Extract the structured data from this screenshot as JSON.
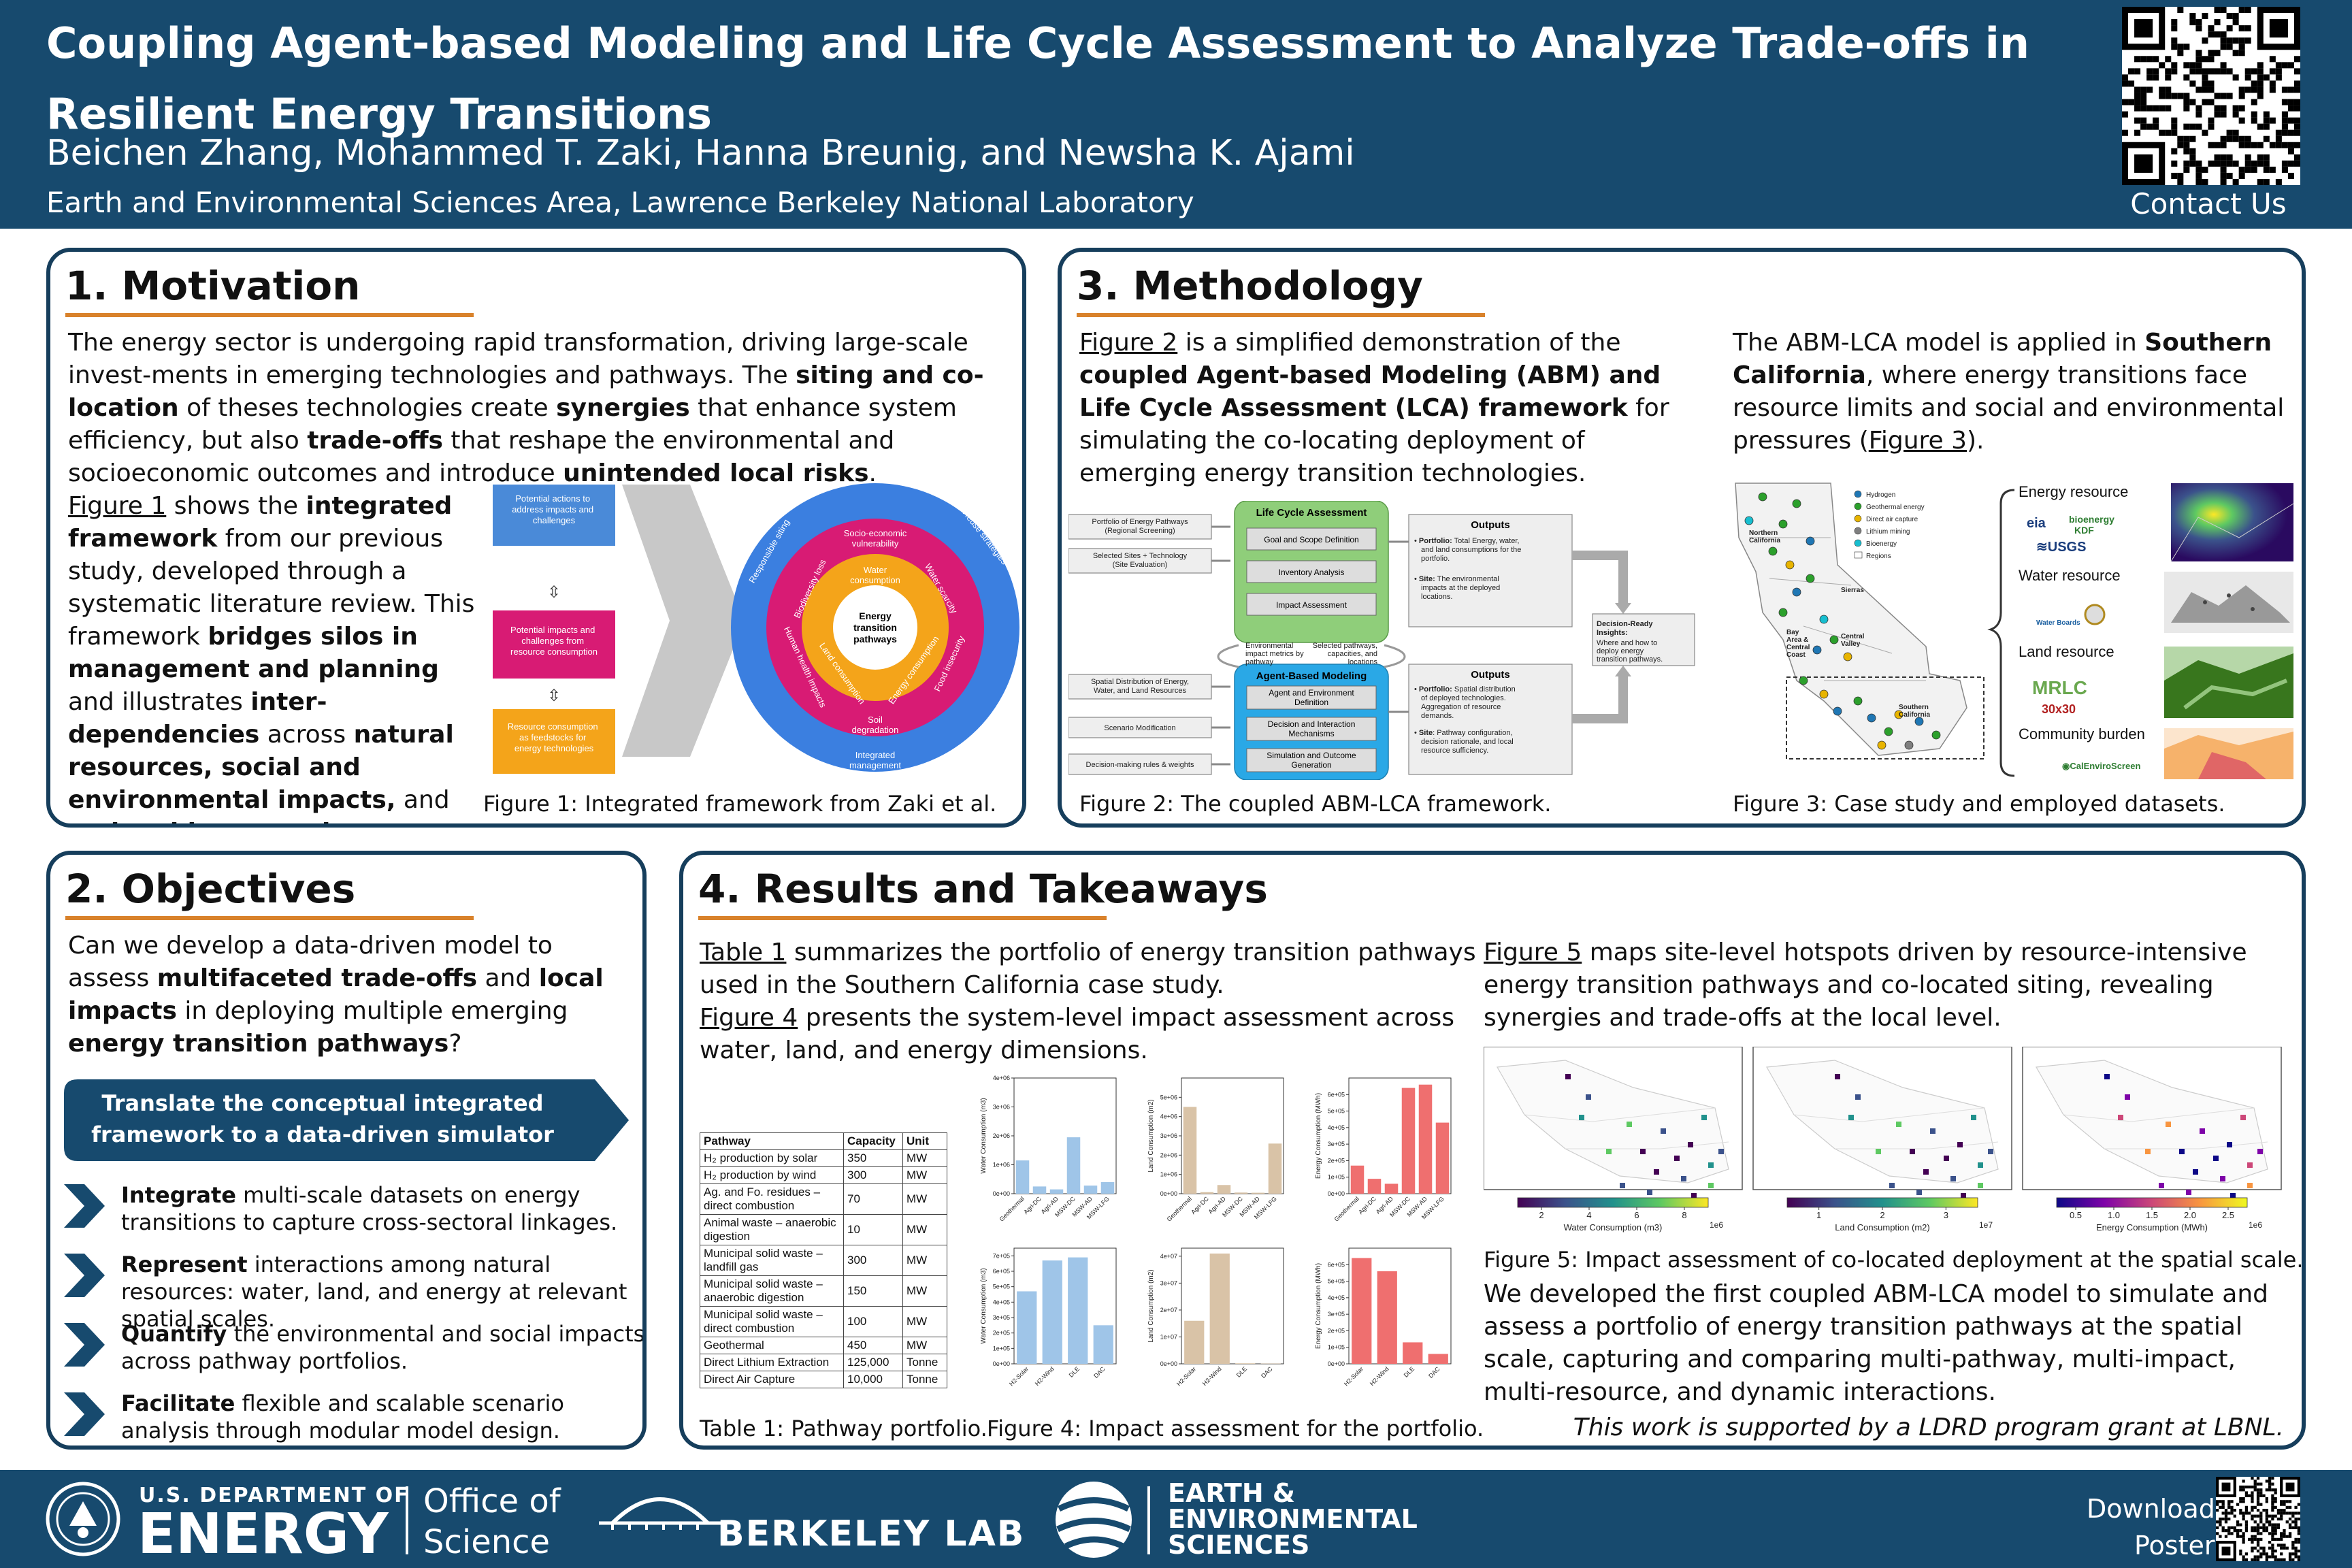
{
  "header": {
    "title": "Coupling Agent-based Modeling and Life Cycle Assessment to Analyze Trade-offs in Resilient Energy Transitions",
    "authors": "Beichen Zhang, Mohammed T. Zaki, Hanna Breunig, and Newsha K. Ajami",
    "affiliation": "Earth and Environmental Sciences Area, Lawrence Berkeley National Laboratory",
    "contact": "Contact Us"
  },
  "motivation": {
    "heading": "1. Motivation",
    "p1": {
      "t1": "The energy sector is undergoing rapid transformation, driving large-scale invest-ments in emerging technologies and pathways. The ",
      "b1": "siting and co-location",
      "t2": " of theses technologies create ",
      "b2": "synergies",
      "t3": " that enhance system efficiency, but also ",
      "b3": "trade-offs",
      "t4": " that reshape the environmental and socioeconomic outcomes and introduce ",
      "b4": "unintended local risks",
      "t5": "."
    },
    "p2": {
      "link": "Figure 1",
      "t1": " shows the ",
      "b1": "integrated framework",
      "t2": " from our previous study, developed through a systematic literature review. This framework ",
      "b2": "bridges silos in management and planning",
      "t3": " and illustrates ",
      "b3": "inter-dependencies",
      "t4": " across ",
      "b4": "natural resources, social and environmental impacts,",
      "t5": " and ",
      "b5": "actionable strategies."
    },
    "fig1": {
      "box1": "Potential actions to address impacts and challenges",
      "box2": "Potential impacts and challenges from resource consumption",
      "box3": "Resource consumption as feedstocks for energy technologies",
      "center": "Energy transition pathways",
      "inner": [
        "Water consumption",
        "Land consumption",
        "Energy consumption"
      ],
      "middle": [
        "Socio-economic vulnerability",
        "Water scarcity",
        "Food insecurity",
        "Soil degradation",
        "Human health impacts",
        "Biodiversity loss"
      ],
      "outer": [
        "Responsible siting",
        "Reuse strategies",
        "Integrated management"
      ],
      "caption": "Figure 1: Integrated framework from Zaki et al."
    }
  },
  "methodology": {
    "heading": "3. Methodology",
    "left": {
      "link": "Figure 2",
      "t1": " is a simplified demonstration of the ",
      "b1": "coupled Agent-based Modeling (ABM) and Life Cycle Assessment (LCA) framework",
      "t2": " for simulating the co-locating deployment of emerging energy transition technologies."
    },
    "right": {
      "t1": "The ABM-LCA model is applied in ",
      "b1": "Southern California",
      "t2": ", where energy transitions face resource limits and social and environmental pressures (",
      "link": "Figure 3",
      "t3": ")."
    },
    "fig2": {
      "inputs1": [
        "Portfolio of Energy Pathways (Regional Screening)",
        "Selected Sites + Technology (Site Evaluation)"
      ],
      "inputs2": [
        "Spatial Distribution of Energy, Water, and Land Resources",
        "Scenario Modification",
        "Decision-making rules & weights"
      ],
      "lca_title": "Life Cycle Assessment",
      "lca_steps": [
        "Goal and Scope Definition",
        "Inventory Analysis",
        "Impact Assessment"
      ],
      "abm_title": "Agent-Based Modeling",
      "abm_steps": [
        "Agent and Environment Definition",
        "Decision and Interaction Mechanisms",
        "Simulation and Outcome Generation"
      ],
      "loop_left": "Environmental impact metrics by pathway",
      "loop_right": "Selected pathways, capacities, and locations",
      "out1_title": "Outputs",
      "out1_items": [
        {
          "b": "Portfolio:",
          "t": " Total Energy, water, and land consumptions for the portfolio."
        },
        {
          "b": "Site:",
          "t": " The environmental impacts at the deployed locations."
        }
      ],
      "out2_title": "Outputs",
      "out2_items": [
        {
          "b": "Portfolio:",
          "t": " Spatial distribution of deployed technologies. Aggregation of resource demands."
        },
        {
          "b": "Site:",
          "t": " Pathway configuration, decision rationale, and local resource sufficiency."
        }
      ],
      "decision_title": "Decision-Ready Insights:",
      "decision_text": "Where and how to deploy energy transition pathways.",
      "caption": "Figure 2: The coupled ABM-LCA framework."
    },
    "fig3": {
      "legend": [
        "Hydrogen",
        "Geothermal energy",
        "Direct air capture",
        "Lithium mining",
        "Bioenergy",
        "Regions"
      ],
      "legend_colors": [
        "#1f77b4",
        "#2ca02c",
        "#e8b400",
        "#7f7f7f",
        "#17becf",
        "#ffffff"
      ],
      "regions": [
        "Northern California",
        "Sierras",
        "Bay Area & Central Coast",
        "Central Valley",
        "Southern California"
      ],
      "groups": [
        "Energy resource",
        "Water resource",
        "Land resource",
        "Community burden"
      ],
      "logos": [
        "eia",
        "bioenergy KDF",
        "USGS",
        "Water Boards",
        "MRLC",
        "30x30",
        "CalEnviroScreen"
      ],
      "caption": "Figure 3: Case study and employed datasets."
    }
  },
  "objectives": {
    "heading": "2. Objectives",
    "question": {
      "t1": "Can we develop a data-driven model to assess ",
      "b1": "multifaceted trade-offs",
      "t2": " and ",
      "b2": "local impacts",
      "t3": " in deploying multiple emerging ",
      "b3": "energy transition pathways",
      "t4": "?"
    },
    "banner": "Translate the conceptual integrated framework to a data-driven simulator",
    "items": [
      {
        "b": "Integrate",
        "t": " multi-scale datasets on energy transitions to capture cross-sectoral linkages."
      },
      {
        "b": "Represent",
        "t": " interactions among natural resources: water, land, and energy at relevant spatial scales."
      },
      {
        "b": "Quantify",
        "t": " the environmental and social impacts across pathway portfolios."
      },
      {
        "b": "Facilitate",
        "t": " flexible and scalable scenario analysis through modular model design."
      }
    ]
  },
  "results": {
    "heading": "4. Results and Takeaways",
    "left": {
      "link1": "Table 1",
      "t1": " summarizes the portfolio of energy transition pathways used in the Southern California case study.",
      "link2": "Figure 4",
      "t2": " presents the system-level impact assessment across water, land, and energy dimensions."
    },
    "right": {
      "link": "Figure 5",
      "t1": " maps site-level hotspots driven by resource-intensive energy transition pathways and co-located siting, revealing synergies and trade-offs at the local level."
    },
    "table": {
      "headers": [
        "Pathway",
        "Capacity",
        "Unit"
      ],
      "rows": [
        [
          "H₂ production by solar",
          "350",
          "MW"
        ],
        [
          "H₂ production by wind",
          "300",
          "MW"
        ],
        [
          "Ag. and Fo. residues – direct combustion",
          "70",
          "MW"
        ],
        [
          "Animal waste – anaerobic digestion",
          "10",
          "MW"
        ],
        [
          "Municipal solid waste – landfill gas",
          "300",
          "MW"
        ],
        [
          "Municipal solid waste – anaerobic digestion",
          "150",
          "MW"
        ],
        [
          "Municipal solid waste – direct combustion",
          "100",
          "MW"
        ],
        [
          "Geothermal",
          "450",
          "MW"
        ],
        [
          "Direct Lithium Extraction",
          "125,000",
          "Tonne"
        ],
        [
          "Direct Air Capture",
          "10,000",
          "Tonne"
        ]
      ],
      "caption": "Table 1: Pathway portfolio."
    },
    "fig4_caption": "Figure 4: Impact assessment for the portfolio.",
    "fig5_caption": "Figure 5: Impact assessment of co-located deployment at the spatial scale.",
    "fig5": {
      "maps": [
        {
          "label": "Water Consumption (m3)",
          "ticks": [
            "2",
            "4",
            "6",
            "8"
          ],
          "exp": "1e6"
        },
        {
          "label": "Land Consumption (m2)",
          "ticks": [
            "1",
            "2",
            "3"
          ],
          "exp": "1e7"
        },
        {
          "label": "Energy Consumption (MWh)",
          "ticks": [
            "0.5",
            "1.0",
            "1.5",
            "2.0",
            "2.5"
          ],
          "exp": "1e6"
        }
      ]
    },
    "conclusion": "We developed the first coupled ABM-LCA model to simulate and assess a portfolio of energy transition pathways at the spatial scale, capturing and comparing multi-pathway, multi-impact, multi-resource, and dynamic interactions.",
    "support": "This work is supported by a LDRD program grant at LBNL."
  },
  "chart_data": [
    {
      "type": "bar",
      "categories": [
        "Geothermal",
        "Agri-DC",
        "Agri-AD",
        "MSW-DC",
        "MSW-AD",
        "MSW-LFG"
      ],
      "values": [
        1150000,
        250000,
        150000,
        1950000,
        280000,
        400000
      ],
      "ylabel": "Water Consumption (m3)",
      "ylim": [
        0,
        4000000
      ],
      "yticks": [
        "0e+00",
        "1e+06",
        "2e+06",
        "3e+06",
        "4e+06"
      ],
      "color": "#9fc5e8"
    },
    {
      "type": "bar",
      "categories": [
        "Geothermal",
        "Agri-DC",
        "Agri-AD",
        "MSW-DC",
        "MSW-AD",
        "MSW-LFG"
      ],
      "values": [
        4500000,
        80000,
        450000,
        60000,
        50000,
        2600000
      ],
      "ylabel": "Land Consumption (m2)",
      "ylim": [
        0,
        6000000
      ],
      "yticks": [
        "0e+00",
        "1e+06",
        "2e+06",
        "3e+06",
        "4e+06",
        "5e+06"
      ],
      "color": "#d9c3a7"
    },
    {
      "type": "bar",
      "categories": [
        "Geothermal",
        "Agri-DC",
        "Agri-AD",
        "MSW-DC",
        "MSW-AD",
        "MSW-LFG"
      ],
      "values": [
        170000,
        90000,
        60000,
        640000,
        660000,
        430000
      ],
      "ylabel": "Energy Consumption (MWh)",
      "ylim": [
        0,
        700000
      ],
      "yticks": [
        "0e+00",
        "1e+05",
        "2e+05",
        "3e+05",
        "4e+05",
        "5e+05",
        "6e+05"
      ],
      "color": "#ef6f6f"
    },
    {
      "type": "bar",
      "categories": [
        "H2-Solar",
        "H2-Wind",
        "DLE",
        "DAC"
      ],
      "values": [
        470000,
        670000,
        690000,
        250000
      ],
      "ylabel": "Water Consumption (m3)",
      "ylim": [
        0,
        750000
      ],
      "yticks": [
        "0e+00",
        "1e+05",
        "2e+05",
        "3e+05",
        "4e+05",
        "5e+05",
        "6e+05",
        "7e+05"
      ],
      "color": "#9fc5e8"
    },
    {
      "type": "bar",
      "categories": [
        "H2-Solar",
        "H2-Wind",
        "DLE",
        "DAC"
      ],
      "values": [
        16000000,
        41000000,
        200000,
        100000
      ],
      "ylabel": "Land Consumption (m2)",
      "ylim": [
        0,
        43000000
      ],
      "yticks": [
        "0e+00",
        "1e+07",
        "2e+07",
        "3e+07",
        "4e+07"
      ],
      "color": "#d9c3a7"
    },
    {
      "type": "bar",
      "categories": [
        "H2-Solar",
        "H2-Wind",
        "DLE",
        "DAC"
      ],
      "values": [
        640000,
        560000,
        130000,
        60000
      ],
      "ylabel": "Energy Consumption (MWh)",
      "ylim": [
        0,
        700000
      ],
      "yticks": [
        "0e+00",
        "1e+05",
        "2e+05",
        "3e+05",
        "4e+05",
        "5e+05",
        "6e+05"
      ],
      "color": "#ef6f6f"
    }
  ],
  "footer": {
    "doe_top": "U.S. DEPARTMENT OF",
    "doe_main": "ENERGY",
    "office": "Office of",
    "science": "Science",
    "berkeley": "BERKELEY LAB",
    "ees1": "EARTH &",
    "ees2": "ENVIRONMENTAL",
    "ees3": "SCIENCES",
    "download1": "Download",
    "download2": "Poster"
  }
}
